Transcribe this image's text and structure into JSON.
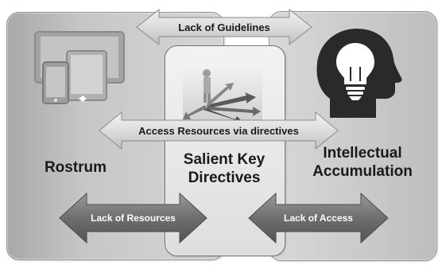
{
  "diagram": {
    "panels": {
      "rostrum": "Rostrum",
      "salient": "Salient Key Directives",
      "intellectual": "Intellectual Accumulation"
    },
    "arrows": {
      "guidelines": "Lack of Guidelines",
      "access_resources": "Access Resources via directives",
      "lack_resources": "Lack of Resources",
      "lack_access": "Lack of Access"
    },
    "icons": {
      "left": "devices-icon",
      "right": "head-lightbulb-icon",
      "center": "directional-arrows-image"
    },
    "colors": {
      "light_arrow": "#d9d9d9",
      "dark_arrow": "#707070",
      "icon_gray": "#9a9a9a",
      "head_dark": "#2a2a2a"
    }
  }
}
